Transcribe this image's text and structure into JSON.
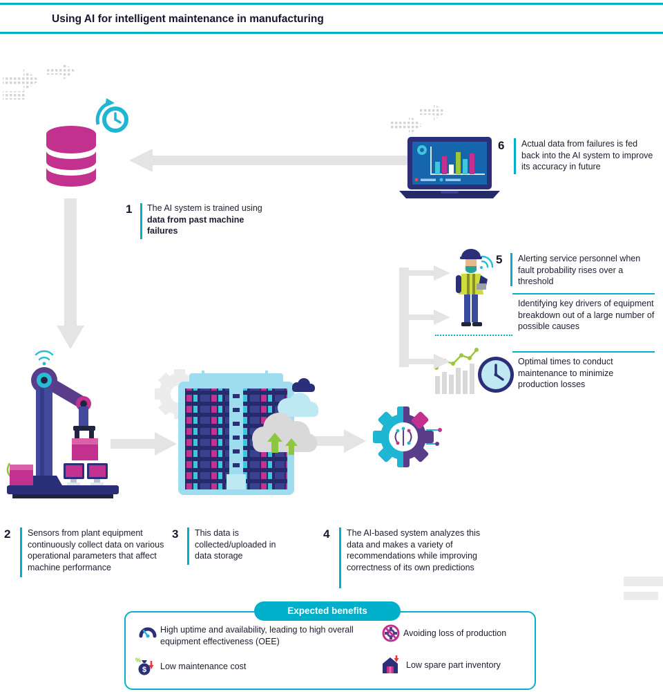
{
  "header": {
    "title": "Using AI for intelligent maintenance in manufacturing"
  },
  "steps": {
    "s1": {
      "num": "1",
      "text_plain": "The AI system is trained using ",
      "text_bold": "data from past machine failures"
    },
    "s2": {
      "num": "2",
      "text": "Sensors from plant equipment continuously collect data on various operational parameters that affect machine performance"
    },
    "s3": {
      "num": "3",
      "text": "This data is collected/uploaded in data storage"
    },
    "s4": {
      "num": "4",
      "text": "The AI-based system analyzes this data and makes a variety of recommendations while improving correctness of its own predictions"
    },
    "s5": {
      "num": "5",
      "items": [
        "Alerting service personnel when fault probability rises over a threshold",
        "Identifying key drivers of equipment breakdown out of a large number of possible causes",
        "Optimal times to conduct maintenance to minimize production losses"
      ]
    },
    "s6": {
      "num": "6",
      "text": "Actual data from failures is fed back into the AI system to improve its accuracy in future"
    }
  },
  "benefits": {
    "title": "Expected benefits",
    "items": [
      {
        "icon": "uptime-gauge-icon",
        "text": "High uptime and availability, leading to high overall equipment effectiveness (OEE)"
      },
      {
        "icon": "no-production-loss-icon",
        "text": "Avoiding loss of production"
      },
      {
        "icon": "low-cost-money-bag-icon",
        "text": "Low maintenance cost"
      },
      {
        "icon": "low-inventory-warehouse-icon",
        "text": "Low spare part inventory"
      }
    ]
  },
  "illustrations": [
    "history-clock-icon",
    "database-icon",
    "dashboard-laptop-icon",
    "service-worker-icon",
    "trend-chart-clock-icon",
    "robot-arm-icon",
    "data-center-icon",
    "cloud-upload-icon",
    "ai-gear-brain-icon"
  ],
  "colors": {
    "accent_cyan": "#00b0ca",
    "magenta": "#c2318d",
    "navy": "#2b2f77",
    "purple": "#5a3d8a",
    "lime_green": "#9bc53d",
    "arrow_gray": "#e4e4e4",
    "text": "#1c1c30"
  }
}
